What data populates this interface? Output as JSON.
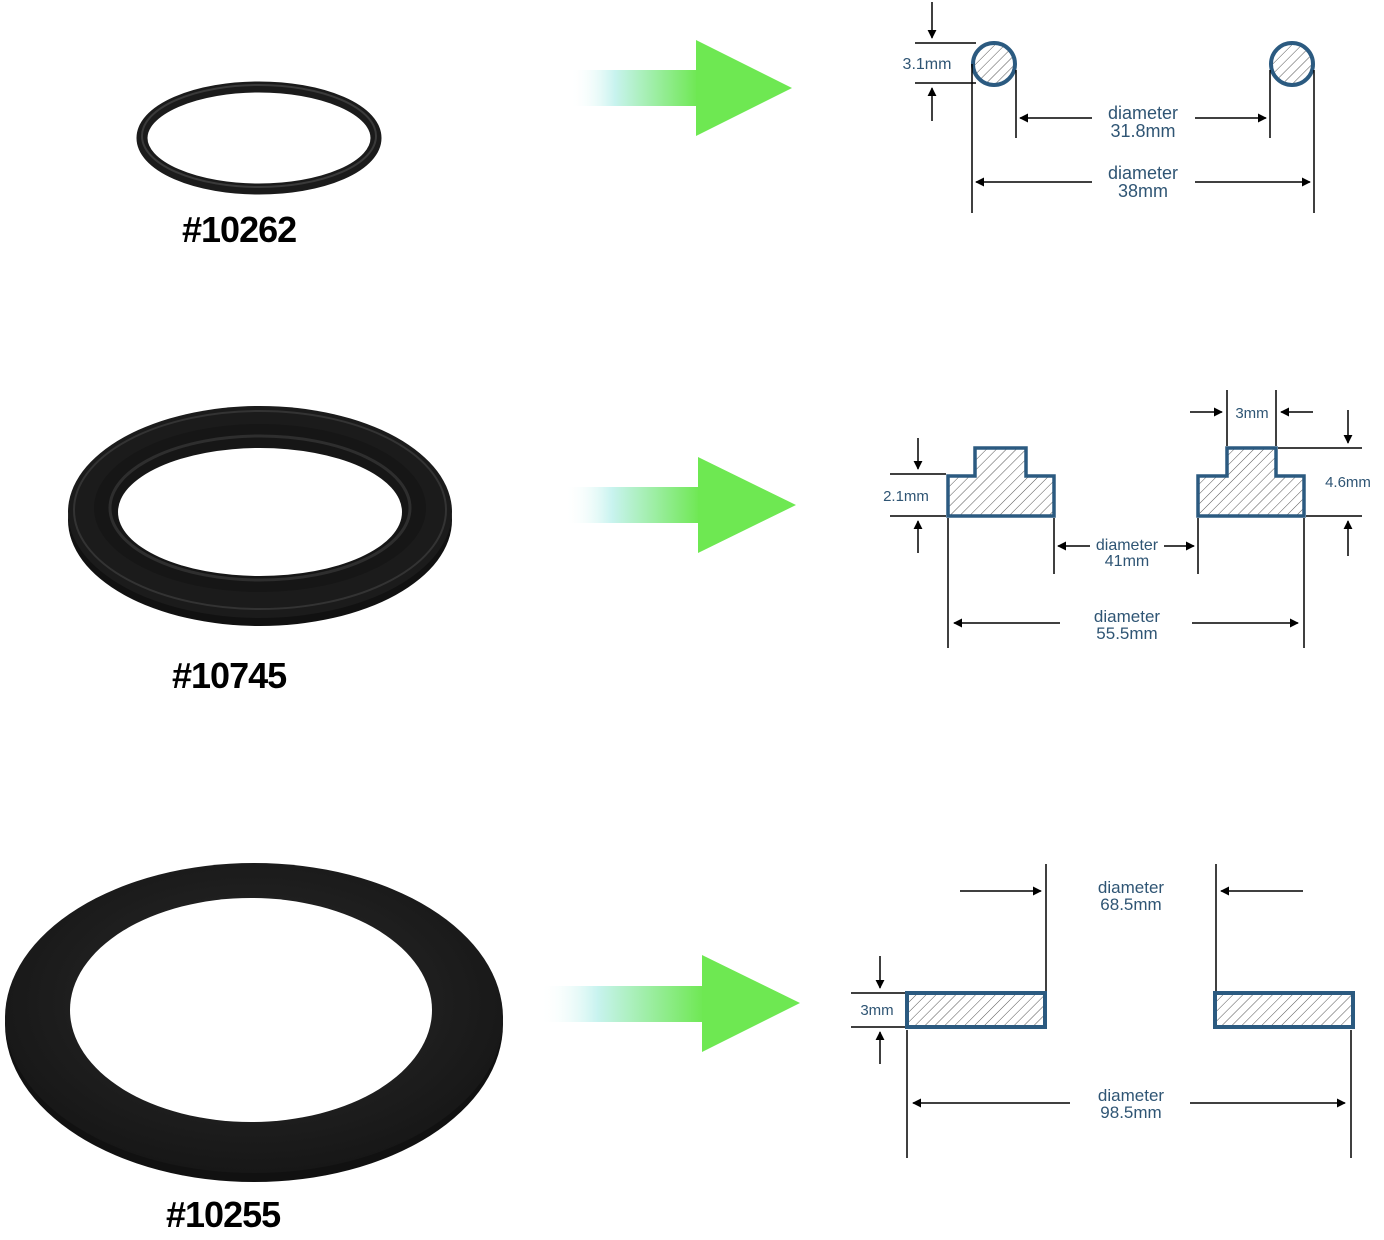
{
  "parts": [
    {
      "label": "#10262",
      "dimensions": {
        "thickness": "3.1mm",
        "inner_diameter_word": "diameter",
        "inner_diameter_value": "31.8mm",
        "outer_diameter_word": "diameter",
        "outer_diameter_value": "38mm"
      }
    },
    {
      "label": "#10745",
      "dimensions": {
        "step_height": "2.1mm",
        "lip_width": "3mm",
        "total_height": "4.6mm",
        "inner_diameter_word": "diameter",
        "inner_diameter_value": "41mm",
        "outer_diameter_word": "diameter",
        "outer_diameter_value": "55.5mm"
      }
    },
    {
      "label": "#10255",
      "dimensions": {
        "thickness": "3mm",
        "inner_diameter_word": "diameter",
        "inner_diameter_value": "68.5mm",
        "outer_diameter_word": "diameter",
        "outer_diameter_value": "98.5mm"
      }
    }
  ],
  "colors": {
    "arrow_green": "#6ee852",
    "arrow_fade": "#c8f3ef",
    "section_outline": "#2b5a80",
    "dimension_text": "#2f5574",
    "gasket_black": "#1b1b1b"
  }
}
